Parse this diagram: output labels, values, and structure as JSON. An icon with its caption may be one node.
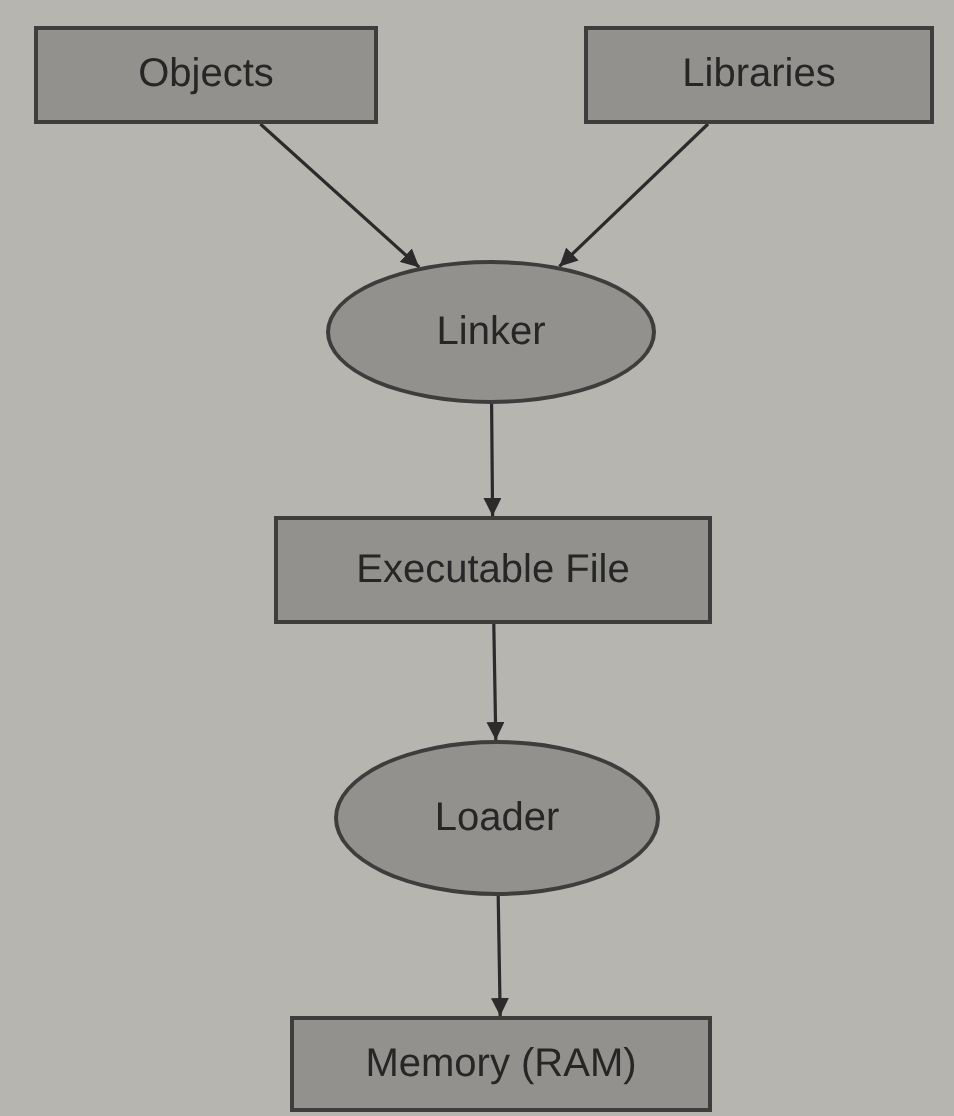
{
  "diagram": {
    "nodes": [
      {
        "text": [
          "Objects"
        ]
      },
      {
        "text": [
          "Libraries"
        ]
      },
      {
        "text": [
          "Linker"
        ]
      },
      {
        "text": [
          "Executable File"
        ]
      },
      {
        "text": [
          "Loader"
        ]
      },
      {
        "text": [
          "Memory (RAM)"
        ]
      }
    ],
    "edges": [
      {
        "from": 0,
        "to": 2,
        "arrow": "to"
      },
      {
        "from": 1,
        "to": 2,
        "arrow": "to"
      },
      {
        "from": 2,
        "to": 3,
        "arrow": "to"
      },
      {
        "from": 3,
        "to": 4,
        "arrow": "to"
      },
      {
        "from": 4,
        "to": 5,
        "arrow": "to"
      }
    ]
  }
}
